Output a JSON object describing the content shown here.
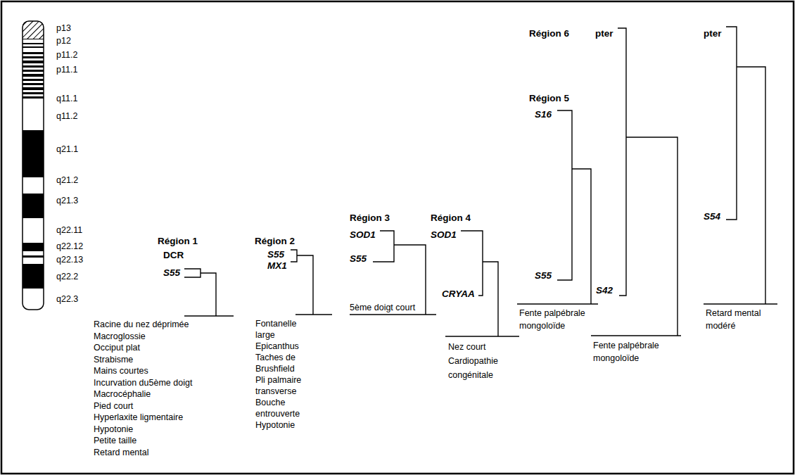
{
  "diagram": {
    "labels": [
      "p13",
      "p12",
      "p11.2",
      "p11.1",
      "q11.1",
      "q11.2",
      "q21.1",
      "q21.2",
      "q21.3",
      "q22.11",
      "q22.12",
      "q22.13",
      "q22.2",
      "q22.3",
      "Région 1",
      "DCR",
      "S55",
      "Racine du nez déprimée",
      "Macroglossie",
      "Occiput plat",
      "Strabisme",
      "Mains courtes",
      "Incurvation du5ème doigt",
      "Macrocéphalie",
      "Pied court",
      "Hyperlaxite ligmentaire",
      "Hypotonie",
      "Petite taille",
      "Retard mental",
      "Région 2",
      "S55",
      "MX1",
      "Fontanelle large",
      "Epicanthus",
      "Taches de Brushfield",
      "Pli palmaire transverse",
      "Bouche entrouverte",
      "Hypotonie",
      "Région 3",
      "SOD1",
      "S55",
      "5ème doigt court",
      "Région 4",
      "SOD1",
      "CRYAA",
      "Nez court",
      "Cardiopathie congénitale",
      "Région 6",
      "Région 5",
      "S16",
      "S55",
      "Fente palpébrale mongoloïde",
      "pter",
      "S42",
      "Fente palpébrale mongoloïde",
      "pter",
      "S54",
      "Retard mental modéré"
    ]
  }
}
